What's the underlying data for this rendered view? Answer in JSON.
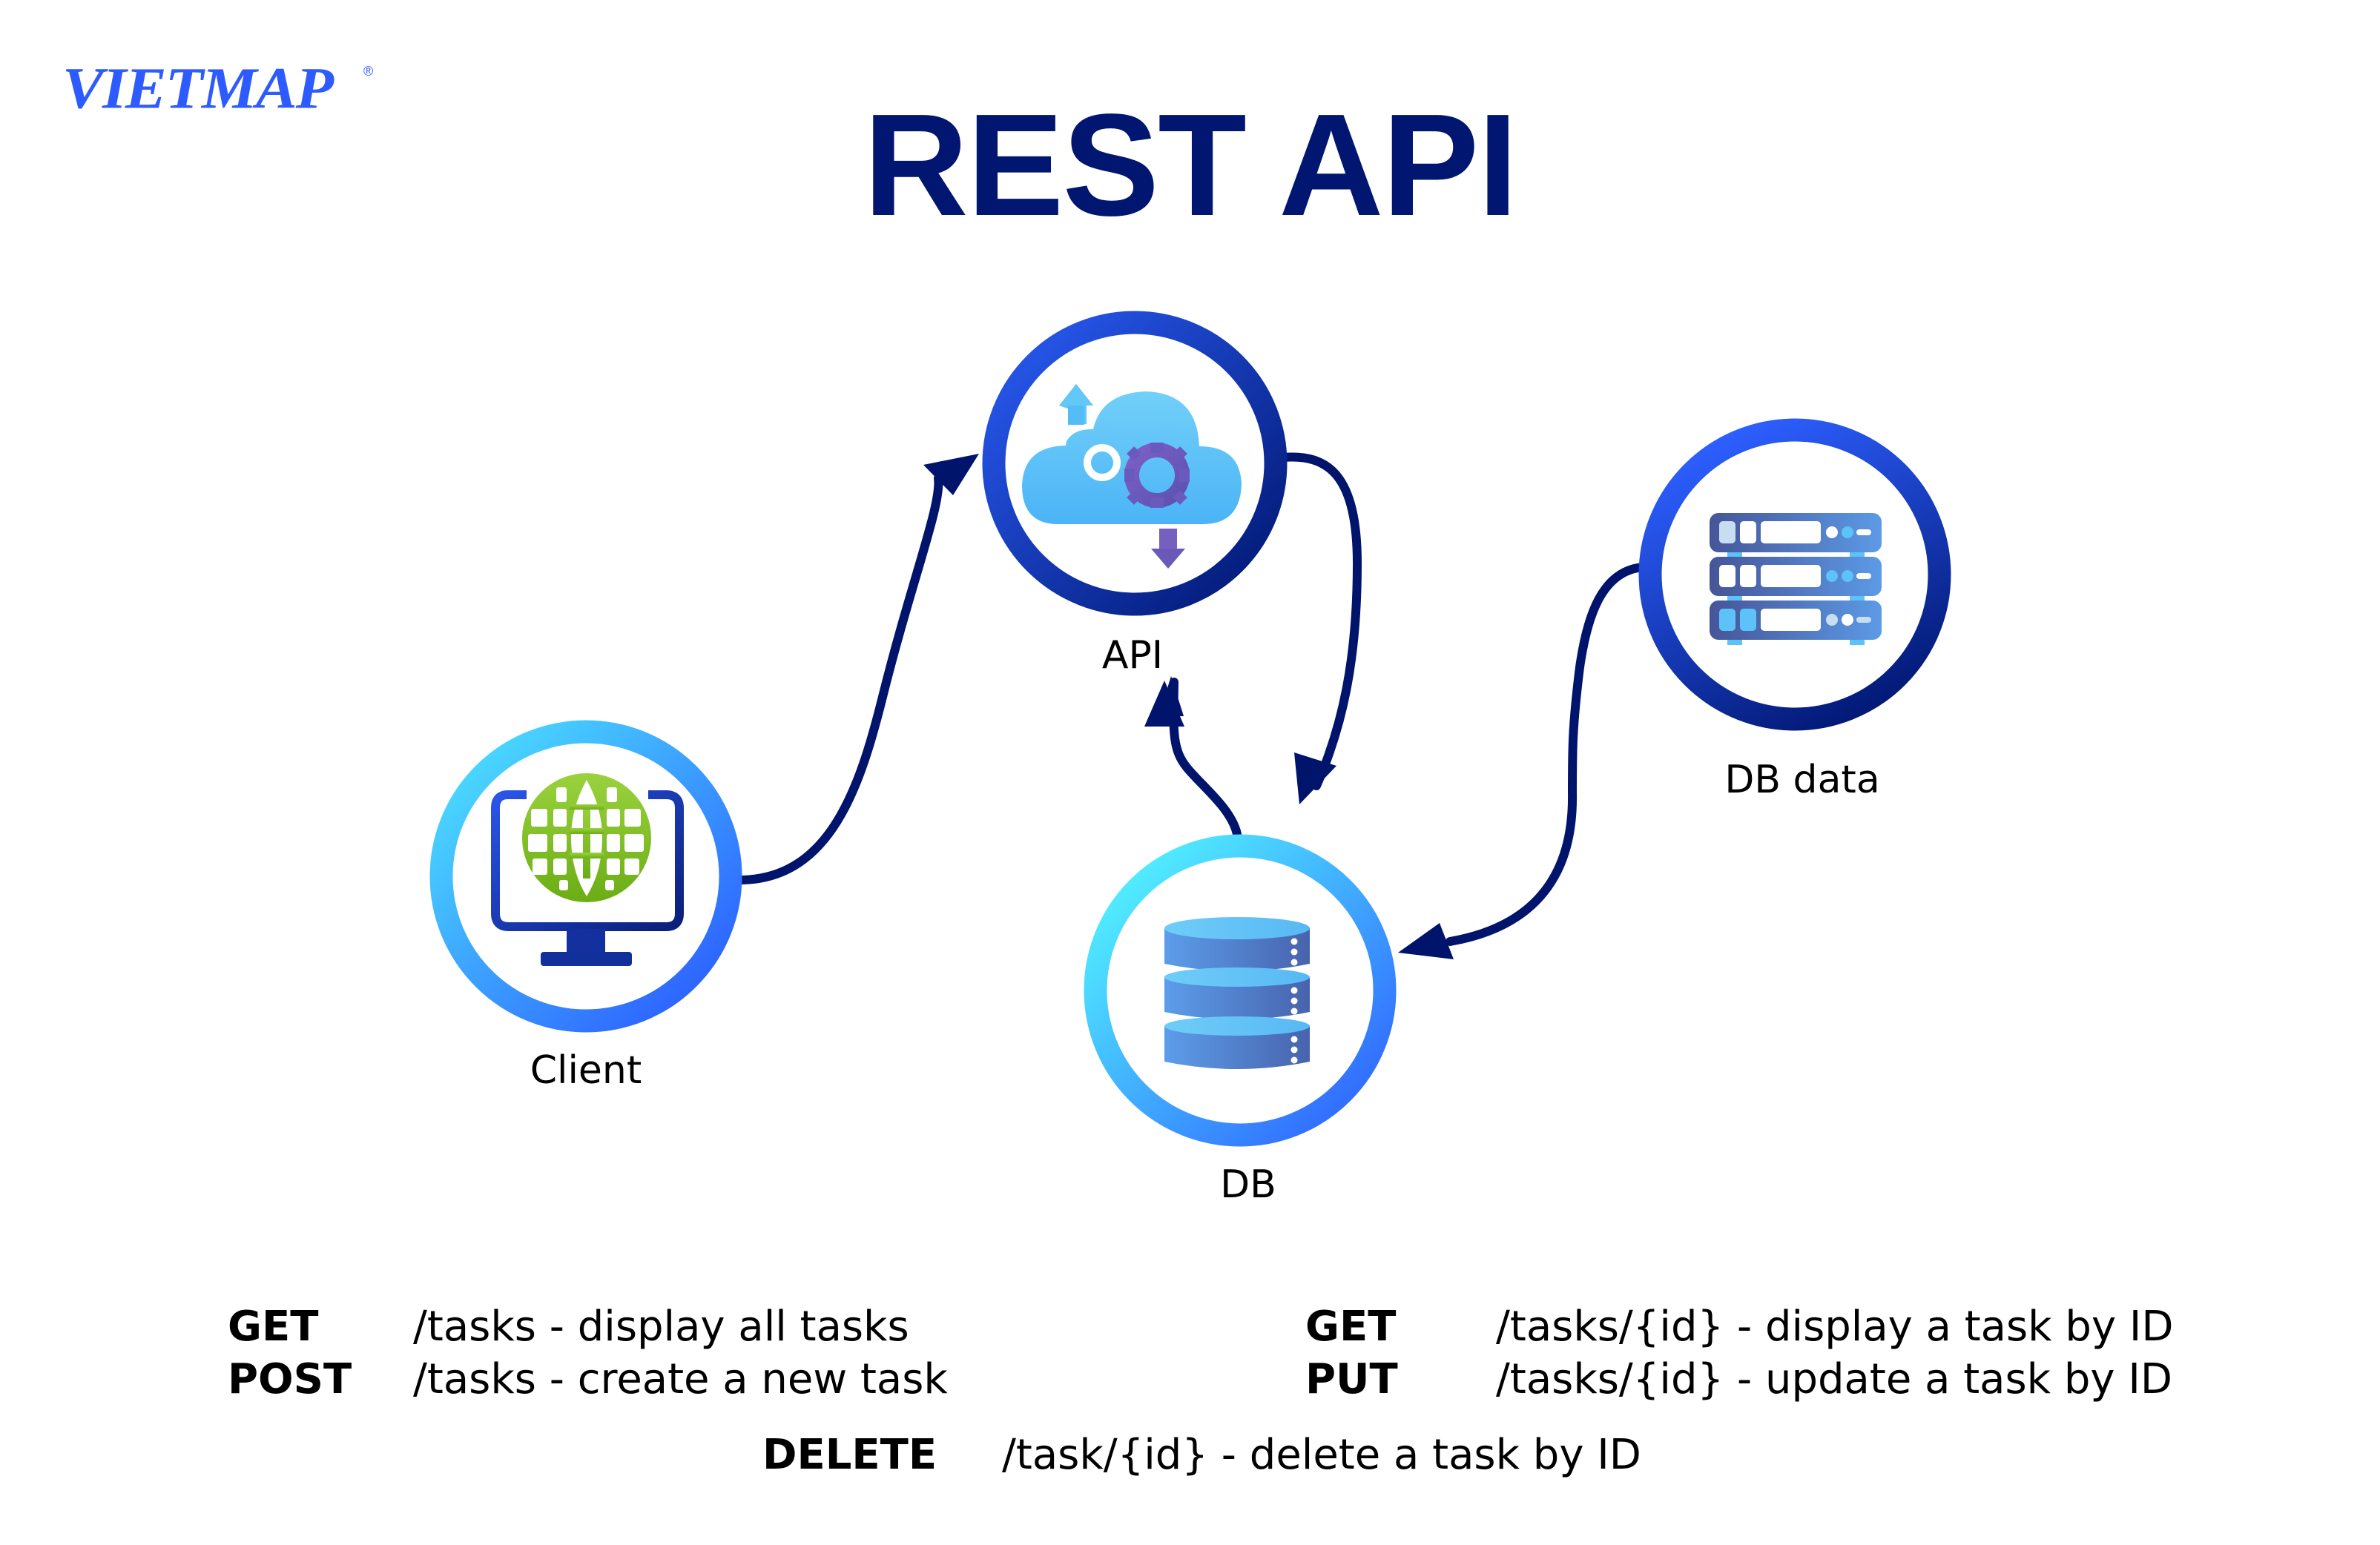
{
  "logo": {
    "text": "VIETMAP",
    "registered_mark": "®",
    "color": "#2d5bff"
  },
  "title": {
    "text": "REST API",
    "color": "#001670"
  },
  "colors": {
    "arrow": "#00146b",
    "ring_dark_start": "#2450e0",
    "ring_dark_end": "#001670",
    "ring_light_start": "#55ffff",
    "ring_light_end": "#2d5bff"
  },
  "nodes": [
    {
      "id": "client",
      "label": "Client",
      "icon": "monitor-globe-icon"
    },
    {
      "id": "api",
      "label": "API",
      "icon": "cloud-gears-icon"
    },
    {
      "id": "db",
      "label": "DB",
      "icon": "database-icon"
    },
    {
      "id": "db_data",
      "label": "DB data",
      "icon": "server-rack-icon"
    }
  ],
  "edges": [
    {
      "from": "client",
      "to": "api"
    },
    {
      "from": "api",
      "to": "db"
    },
    {
      "from": "db",
      "to": "api"
    },
    {
      "from": "db_data",
      "to": "db"
    }
  ],
  "endpoints": [
    {
      "method": "GET",
      "description": "/tasks - display all tasks"
    },
    {
      "method": "POST",
      "description": "/tasks - create a new task"
    },
    {
      "method": "GET",
      "description": "/tasks/{id} - display a task by ID"
    },
    {
      "method": "PUT",
      "description": "/tasks/{id} - update a task by ID"
    },
    {
      "method": "DELETE",
      "description": "/task/{id} - delete a task by ID"
    }
  ]
}
